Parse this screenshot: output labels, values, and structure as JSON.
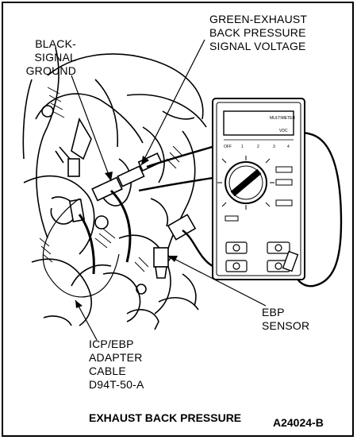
{
  "callouts": {
    "black_signal_ground": [
      "BLACK-",
      "SIGNAL",
      "GROUND"
    ],
    "green_exhaust": [
      "GREEN-EXHAUST",
      "BACK PRESSURE",
      "SIGNAL VOLTAGE"
    ],
    "ebp_sensor": [
      "EBP",
      "SENSOR"
    ],
    "adapter_cable": [
      "ICP/EBP",
      "ADAPTER",
      "CABLE",
      "D94T-50-A"
    ]
  },
  "caption": "EXHAUST BACK PRESSURE",
  "figure_code": "A24024-B",
  "multimeter": {
    "brand_label": "MULTIMETER",
    "display_unit": "VDC",
    "range_marks": [
      "OFF",
      "1",
      "2",
      "3",
      "4"
    ]
  },
  "colors": {
    "ink": "#000000",
    "paper": "#ffffff",
    "meter_face": "#ffffff"
  }
}
